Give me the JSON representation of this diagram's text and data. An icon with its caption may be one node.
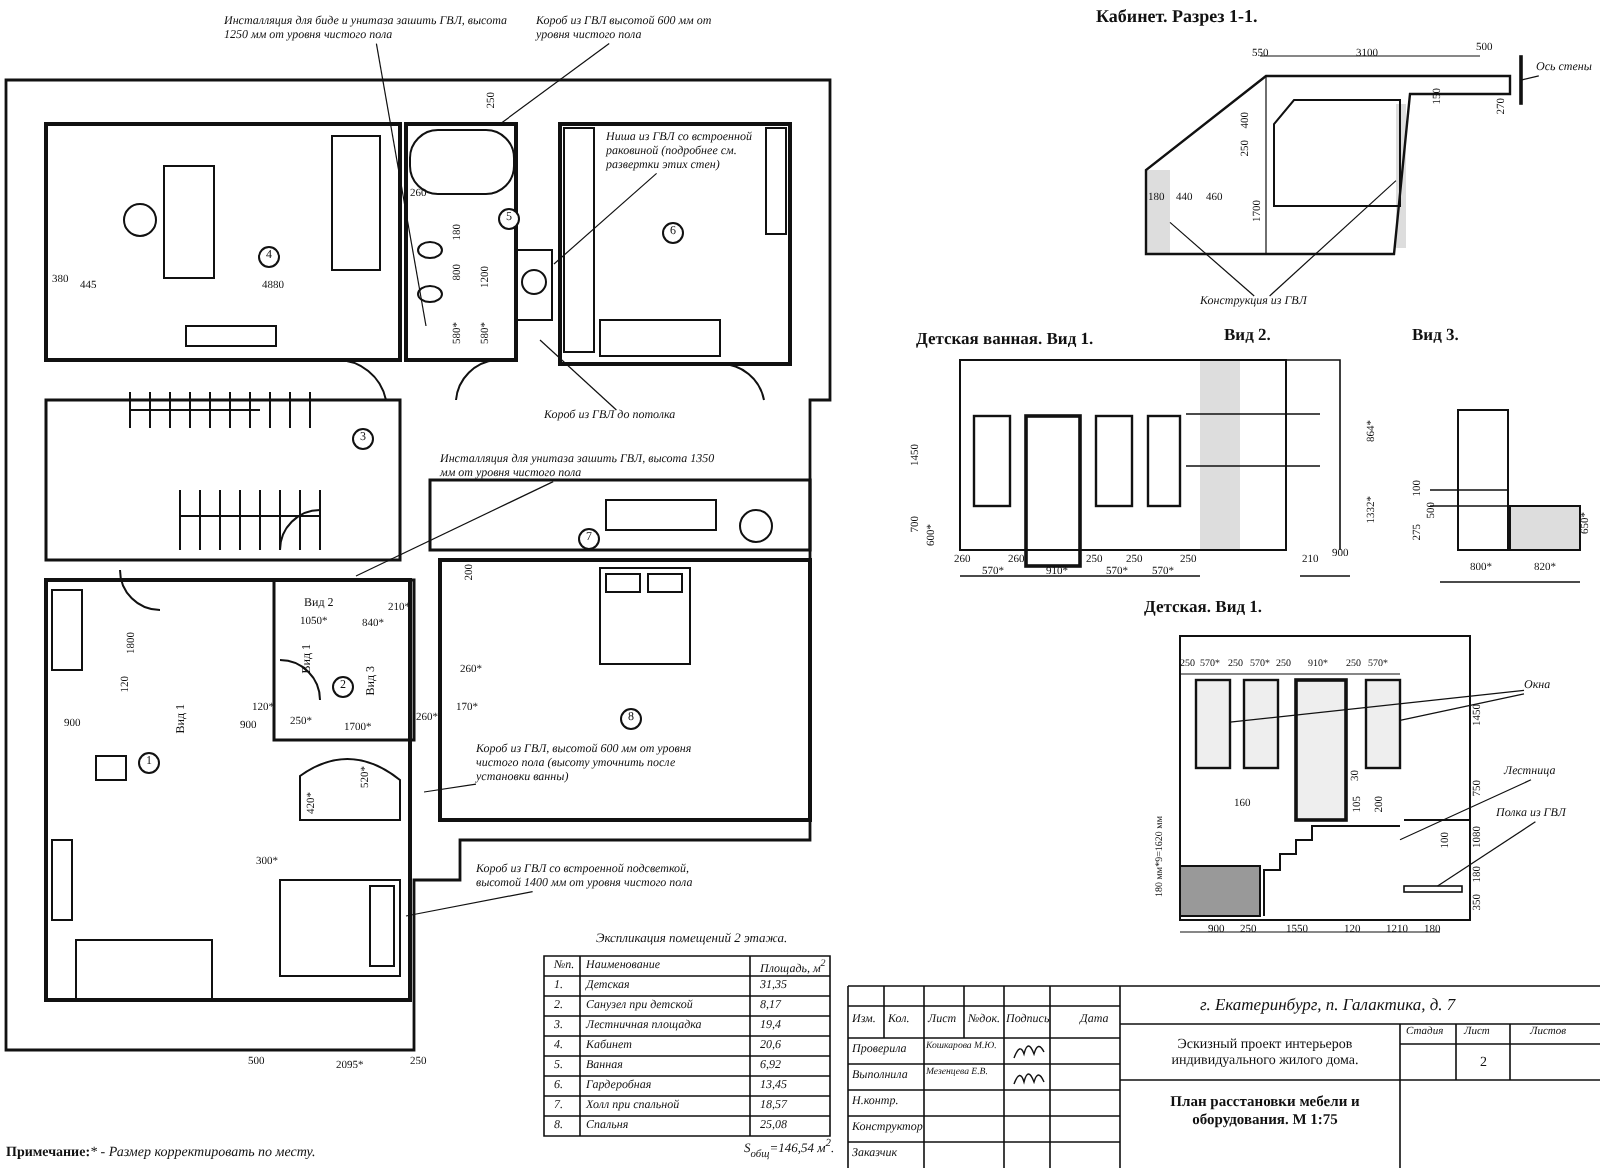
{
  "diagram": {
    "nodes": [
      {
        "text": [
          "4"
        ]
      },
      {
        "text": [
          "5"
        ]
      },
      {
        "text": [
          "6"
        ]
      },
      {
        "text": [
          "3"
        ]
      },
      {
        "text": [
          "7"
        ]
      },
      {
        "text": [
          "2"
        ]
      },
      {
        "text": [
          "8"
        ]
      },
      {
        "text": [
          "1"
        ]
      },
      {
        "text": [
          "Инсталляция для биде и унитаза зашить ГВЛ, высота 1250 мм от уровня чистого пола"
        ]
      },
      {
        "text": [
          "Короб из ГВЛ высотой 600 мм от уровня чистого пола"
        ]
      },
      {
        "text": [
          "Ниша из ГВЛ со встроенной раковиной (подробнее см. развертки этих стен)"
        ]
      },
      {
        "text": [
          "Короб из ГВЛ до потолка"
        ]
      },
      {
        "text": [
          "Инсталляция для унитаза зашить ГВЛ, высота 1350 мм от уровня чистого пола"
        ]
      },
      {
        "text": [
          "Короб из ГВЛ, высотой 600 мм от уровня чистого пола (высоту уточнить после установки ванны)"
        ]
      },
      {
        "text": [
          "Короб из ГВЛ со встроенной подсветкой, высотой 1400 мм от уровня чистого пола"
        ]
      },
      {
        "text": [
          "Конструкция из ГВЛ"
        ]
      },
      {
        "text": [
          "Ось стены"
        ]
      },
      {
        "text": [
          "Окна"
        ]
      },
      {
        "text": [
          "Лестница"
        ]
      },
      {
        "text": [
          "Полка из ГВЛ"
        ]
      },
      {
        "text": [],
        "shape": "box"
      },
      {
        "text": [],
        "shape": "bar"
      },
      {
        "text": [],
        "shape": "box"
      },
      {
        "text": [],
        "shape": "box"
      },
      {
        "text": [],
        "shape": "box"
      },
      {
        "text": [],
        "shape": "box"
      },
      {
        "text": [],
        "shape": "bar"
      }
    ],
    "edges": [
      {
        "from": 8,
        "to": null,
        "arrow": "none"
      },
      {
        "from": 9,
        "to": null,
        "arrow": "none"
      },
      {
        "from": 10,
        "to": null,
        "arrow": "none"
      },
      {
        "from": 11,
        "to": null,
        "arrow": "none"
      },
      {
        "from": 12,
        "to": null,
        "arrow": "none"
      },
      {
        "from": 13,
        "to": null,
        "arrow": "none"
      },
      {
        "from": 14,
        "to": null,
        "arrow": "none"
      },
      {
        "from": 15,
        "to": 20,
        "arrow": "none"
      },
      {
        "from": 15,
        "to": 22,
        "arrow": "none"
      },
      {
        "from": 16,
        "to": 26,
        "arrow": "none"
      },
      {
        "from": 17,
        "to": 23,
        "arrow": "none"
      },
      {
        "from": 17,
        "to": 24,
        "arrow": "none"
      },
      {
        "from": 18,
        "to": 25,
        "arrow": "none"
      },
      {
        "from": 19,
        "to": 21,
        "arrow": "none"
      }
    ],
    "labels": [
      "Кабинет. Разрез 1-1.",
      "550",
      "3100",
      "500",
      "270",
      "150",
      "400",
      "250",
      "180",
      "440",
      "460",
      "1700",
      "380",
      "445",
      "4880",
      "250",
      "260",
      "180",
      "800",
      "1200",
      "580*",
      "580*",
      "Детская ванная. Вид 1.",
      "Вид 2.",
      "Вид 3.",
      "1450",
      "864*",
      "700",
      "600*",
      "1332*",
      "100",
      "500",
      "275",
      "650*",
      "260",
      "570*",
      "260",
      "910*",
      "250",
      "570*",
      "250",
      "570*",
      "250",
      "210",
      "900",
      "800*",
      "820*",
      "200",
      "Вид 2",
      "1050*",
      "840*",
      "210*",
      "Детская. Вид 1.",
      "1800",
      "Вид 1",
      "Вид 3",
      "260*",
      "120",
      "120*",
      "170*",
      "Вид 1",
      "900",
      "900",
      "250*",
      "1700*",
      "260*",
      "520*",
      "420*",
      "300*",
      "500",
      "2095*",
      "250",
      "250",
      "570*",
      "250",
      "570*",
      "250",
      "910*",
      "250",
      "570*",
      "1450",
      "30",
      "750",
      "160",
      "105",
      "200",
      "100",
      "1080",
      "180",
      "350",
      "180 мм*9=1620 мм",
      "900",
      "250",
      "1550",
      "120",
      "1210",
      "180",
      "Экспликация помещений 2 этажа.",
      "№п.",
      "Наименование",
      "Площадь, м$^{2}$",
      "1.",
      "Детская",
      "31,35",
      "2.",
      "Санузел при детской",
      "8,17",
      "3.",
      "Лестничная площадка",
      "19,4",
      "4.",
      "Кабинет",
      "20,6",
      "5.",
      "Ванная",
      "6,92",
      "6.",
      "Гардеробная",
      "13,45",
      "7.",
      "Холл при спальной",
      "18,57",
      "8.",
      "Спальня",
      "25,08",
      "S$_{общ}$=146,54 м$^{2}$.",
      "Примечание:",
      "* - Размер корректировать по месту.",
      "Изм.",
      "Кол.",
      "Лист",
      "№док.",
      "Подпись",
      "Дата",
      "Проверила",
      "Кошкарова М.Ю.",
      "Выполнила",
      "Мезенцева Е.В.",
      "Н.контр.",
      "Конструктор",
      "Заказчик",
      "г. Екатеринбург, п. Галактика, д. 7",
      "Эскизный проект интерьеров индивидуального жилого дома.",
      "Стадия",
      "Лист",
      "Листов",
      "2",
      "План расстановки мебели и оборудования. М 1:75"
    ]
  }
}
